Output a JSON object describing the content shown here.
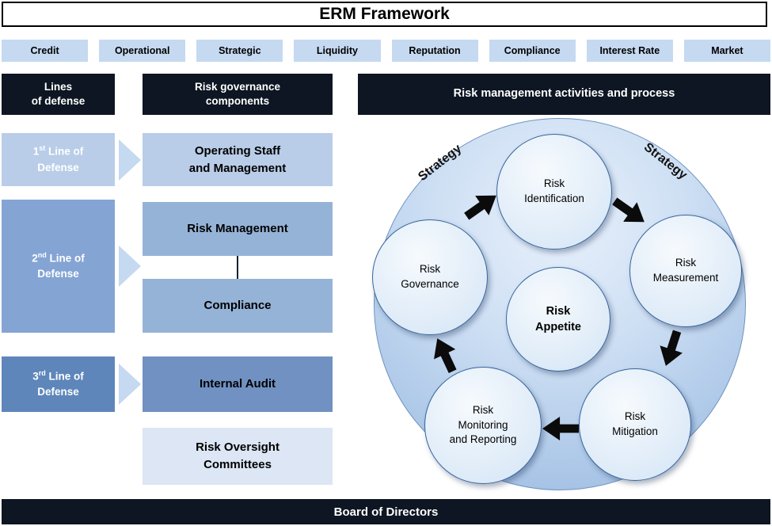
{
  "title": "ERM Framework",
  "risk_categories": [
    "Credit",
    "Operational",
    "Strategic",
    "Liquidity",
    "Reputation",
    "Compliance",
    "Interest Rate",
    "Market"
  ],
  "headers": {
    "lines": "Lines\nof defense",
    "governance": "Risk governance\ncomponents",
    "activities": "Risk management activities and process"
  },
  "lines_of_defense": [
    {
      "num": "1",
      "ord": "st",
      "rest": "Line of",
      "line2": "Defense"
    },
    {
      "num": "2",
      "ord": "nd",
      "rest": "Line of",
      "line2": "Defense"
    },
    {
      "num": "3",
      "ord": "rd",
      "rest": "Line of",
      "line2": "Defense"
    }
  ],
  "governance_components": [
    "Operating Staff\nand Management",
    "Risk Management",
    "Compliance",
    "Internal Audit",
    "Risk Oversight\nCommittees"
  ],
  "cycle": {
    "strategy_left": "Strategy",
    "strategy_right": "Strategy",
    "center": "Risk\nAppetite",
    "nodes": [
      "Risk\nIdentification",
      "Risk\nMeasurement",
      "Risk\nMitigation",
      "Risk\nMonitoring\nand Reporting",
      "Risk\nGovernance"
    ]
  },
  "footer": "Board of Directors",
  "colors": {
    "dark_header": "#0d1622",
    "category_blue": "#c5d9f1",
    "light_box": "#b9cde8",
    "medium_box": "#95b3d7",
    "second_line": "#84a4d4",
    "third_line": "#5e86ba",
    "internal_audit": "#7091c2",
    "oversight": "#dce6f4",
    "node_border": "#35659d",
    "arrow": "#0b0b0b"
  }
}
